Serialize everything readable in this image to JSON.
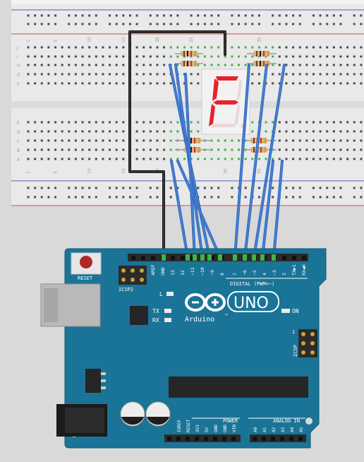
{
  "breadboard": {
    "row_letters_top": [
      "J",
      "I",
      "H",
      "G",
      "F"
    ],
    "row_letters_bottom": [
      "E",
      "D",
      "C",
      "B",
      "A"
    ],
    "column_numbers": [
      "1",
      "5",
      "10",
      "15",
      "20",
      "25",
      "30",
      "35"
    ]
  },
  "display": {
    "segment_color": "#e8232b",
    "lit_segments": [
      "a",
      "f",
      "g",
      "e"
    ],
    "shown_character": "F."
  },
  "arduino": {
    "reset_label": "RESET",
    "icsp2_label": "ICSP2",
    "icsp_label": "ICSP",
    "l_label": "L",
    "tx_label": "TX",
    "rx_label": "RX",
    "on_label": "ON",
    "icsp_pin1": "1",
    "brand": "Arduino",
    "tm": "™",
    "uno": "UNO",
    "digital_label": "DIGITAL (PWM=~)",
    "power_label": "POWER",
    "analog_label": "ANALOG IN",
    "digital_pins": [
      "AREF",
      "GND",
      "13",
      "12",
      "~11",
      "~10",
      "~9",
      "8",
      "7",
      "~6",
      "~5",
      "4",
      "~3",
      "2",
      "TX▶1",
      "RX◀0"
    ],
    "power_pins": [
      "IOREF",
      "RESET",
      "3V3",
      "5V",
      "GND",
      "GND",
      "VIN"
    ],
    "analog_pins": [
      "A0",
      "A1",
      "A2",
      "A3",
      "A4",
      "A5"
    ]
  },
  "colors": {
    "board": "#1a7497",
    "wire_blue": "#2e6bc4",
    "wire_black": "#1a1a1a",
    "rail_red": "#d9443a",
    "rail_blue": "#4a5fc8"
  }
}
